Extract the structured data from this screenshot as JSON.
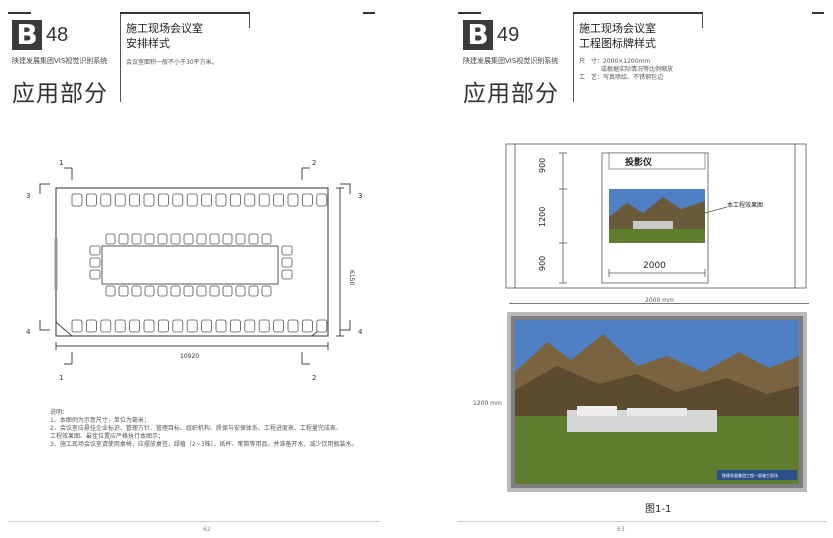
{
  "left": {
    "badge_letter": "B",
    "badge_number": "48",
    "system": "陕建发展集团VIS视觉识别系统",
    "section": "应用部分",
    "title_line1": "施工现场会议室",
    "title_line2": "安排样式",
    "subtitle": "会议室面积一般不小于30平方米。",
    "plan": {
      "width_label": "10920",
      "height_label": "6150",
      "markers": [
        "1",
        "2",
        "3",
        "3",
        "4",
        "4",
        "1",
        "2"
      ]
    },
    "notes": [
      "说明：",
      "1、本图例为示意尺寸，单位为毫米；",
      "2、会议室应悬挂企业标识、管理方针、管理目标、组织机构、质保与安保体系、工程进度表、工程量完成表、",
      "   工程效果图、最佳位置应严格执行本图示；",
      "3、施工现场会议室请使用桌椅，应摆放桌签，绿植（2~3株）、纸杯、笔筒等用品，并准备开水，减少饮用瓶装水。"
    ],
    "page_number": "62"
  },
  "right": {
    "badge_letter": "B",
    "badge_number": "49",
    "system": "陕建发展集团VIS视觉识别系统",
    "section": "应用部分",
    "title_line1": "施工现场会议室",
    "title_line2": "工程图标牌样式",
    "spec_size": "尺　寸：2000×1200mm",
    "spec_size2": "或根据实际情况等比例缩放",
    "spec_craft": "工　艺：写真喷绘、不锈钢包边",
    "elevation": {
      "projector": "投影仪",
      "dim_top": "900",
      "dim_mid": "1200",
      "dim_bottom": "900",
      "dim_width": "2000",
      "callout": "本工程效果图"
    },
    "photo": {
      "width_label": "2000 mm",
      "height_label": "1200 mm",
      "strip_text": "陕建发展集团工程一部施工现场",
      "caption": "图1-1"
    },
    "page_number": "63"
  },
  "colors": {
    "badge": "#3a3a3a",
    "sky": "#4f7fc4",
    "mountain": "#6b5a3a",
    "grass": "#5f7d2e",
    "frame": "#b9b9b9"
  }
}
